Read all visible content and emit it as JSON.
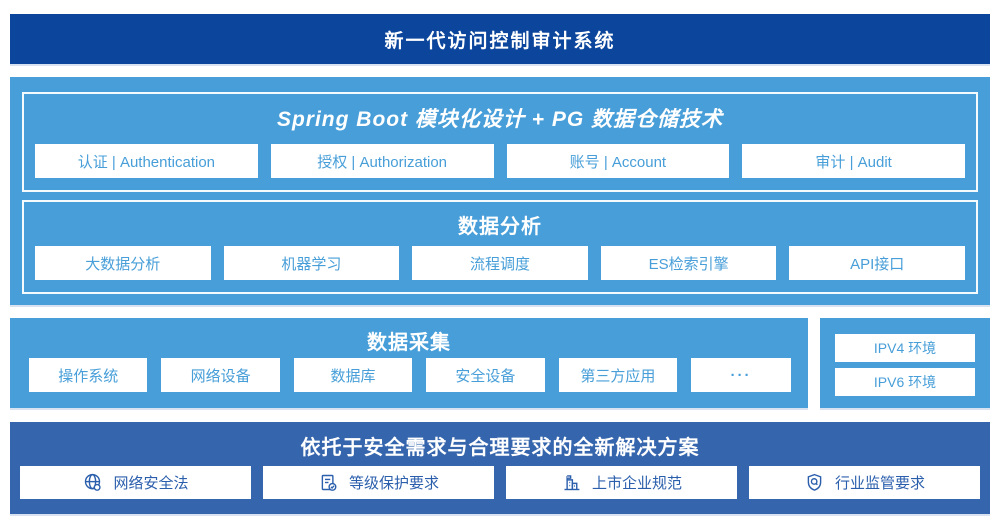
{
  "banner": {
    "title": "新一代访问控制审计系统"
  },
  "platform": {
    "modules_panel": {
      "title": "Spring Boot 模块化设计 + PG 数据仓储技术",
      "items": [
        "认证 | Authentication",
        "授权 | Authorization",
        "账号 | Account",
        "审计 | Audit"
      ]
    },
    "analysis_panel": {
      "title": "数据分析",
      "items": [
        "大数据分析",
        "机器学习",
        "流程调度",
        "ES检索引擎",
        "API接口"
      ]
    }
  },
  "collection": {
    "title": "数据采集",
    "items": [
      "操作系统",
      "网络设备",
      "数据库",
      "安全设备",
      "第三方应用",
      "···"
    ]
  },
  "environments": {
    "items": [
      "IPV4 环境",
      "IPV6 环境"
    ]
  },
  "solution": {
    "title": "依托于安全需求与合理要求的全新解决方案",
    "items": [
      {
        "icon": "globe-icon",
        "label": "网络安全法"
      },
      {
        "icon": "document-check-icon",
        "label": "等级保护要求"
      },
      {
        "icon": "building-icon",
        "label": "上市企业规范"
      },
      {
        "icon": "shield-search-icon",
        "label": "行业监管要求"
      }
    ]
  },
  "colors": {
    "banner_blue": "#0b459c",
    "light_blue": "#479ed8",
    "solution_blue": "#3565ad",
    "box_text_dark": "#2b5fac",
    "box_bg": "#ffffff"
  }
}
